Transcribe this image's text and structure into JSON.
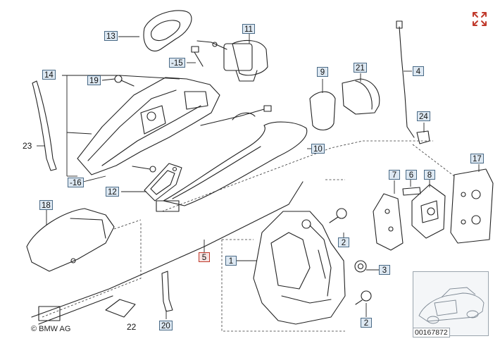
{
  "diagram": {
    "callouts": {
      "c1": "1",
      "c2a": "2",
      "c2b": "2",
      "c3": "3",
      "c4": "4",
      "c5": "5",
      "c6": "6",
      "c7": "7",
      "c8": "8",
      "c9": "9",
      "c10": "10",
      "c11": "11",
      "c12": "12",
      "c13": "13",
      "c14": "14",
      "c15": "-15",
      "c16": "-16",
      "c17": "17",
      "c18": "18",
      "c19": "19",
      "c20": "20",
      "c21": "21",
      "c22": "22",
      "c23": "23",
      "c24": "24"
    },
    "copyright": "© BMW AG",
    "thumbnail_id": "00167872"
  },
  "colors": {
    "line": "#222222",
    "callout_border": "#4a6a86",
    "callout_fill": "#dde8f2",
    "accent": "#c0392b"
  },
  "icons": {
    "expand": "expand-arrows-icon"
  }
}
